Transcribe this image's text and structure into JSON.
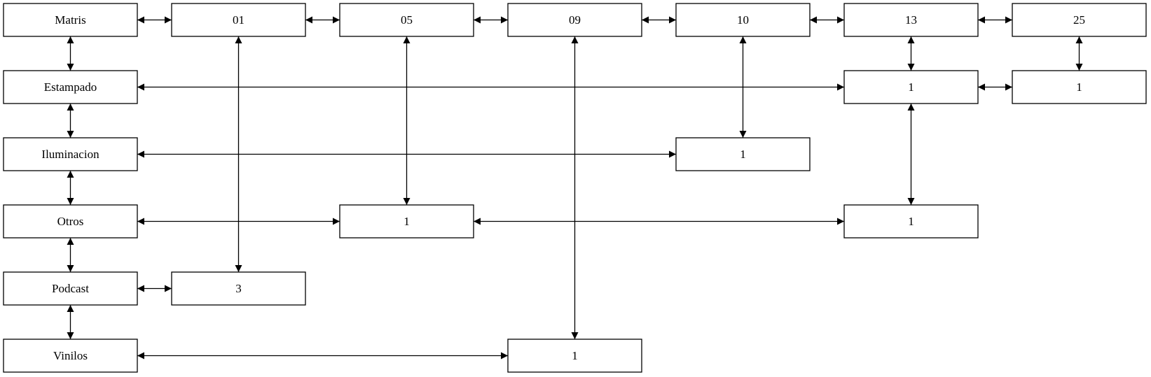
{
  "matrix": {
    "corner_label": "Matris",
    "columns": [
      "01",
      "05",
      "09",
      "10",
      "13",
      "25"
    ],
    "rows": [
      "Estampado",
      "Iluminacion",
      "Otros",
      "Podcast",
      "Vinilos"
    ],
    "cells": [
      {
        "row": "Estampado",
        "col": "13",
        "value": "1"
      },
      {
        "row": "Estampado",
        "col": "25",
        "value": "1"
      },
      {
        "row": "Iluminacion",
        "col": "10",
        "value": "1"
      },
      {
        "row": "Otros",
        "col": "05",
        "value": "1"
      },
      {
        "row": "Otros",
        "col": "13",
        "value": "1"
      },
      {
        "row": "Podcast",
        "col": "01",
        "value": "3"
      },
      {
        "row": "Vinilos",
        "col": "09",
        "value": "1"
      }
    ]
  },
  "colors": {
    "stroke": "#000000",
    "fill": "#ffffff",
    "text": "#000000"
  }
}
